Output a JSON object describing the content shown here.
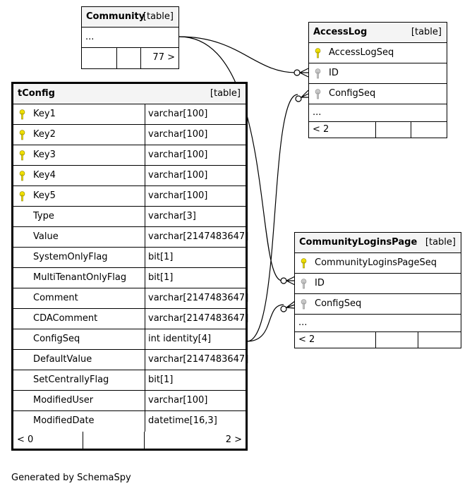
{
  "tables": {
    "community": {
      "name": "Community",
      "kind": "[table]",
      "ellipsis": "...",
      "footer": [
        "",
        "",
        "77 >"
      ]
    },
    "accesslog": {
      "name": "AccessLog",
      "kind": "[table]",
      "columns": [
        {
          "name": "AccessLogSeq",
          "key": "primary"
        },
        {
          "name": "ID",
          "key": "foreign"
        },
        {
          "name": "ConfigSeq",
          "key": "foreign"
        }
      ],
      "ellipsis": "...",
      "footer": [
        "< 2",
        "",
        ""
      ]
    },
    "tconfig": {
      "name": "tConfig",
      "kind": "[table]",
      "columns": [
        {
          "name": "Key1",
          "type": "varchar[100]",
          "key": "primary"
        },
        {
          "name": "Key2",
          "type": "varchar[100]",
          "key": "primary"
        },
        {
          "name": "Key3",
          "type": "varchar[100]",
          "key": "primary"
        },
        {
          "name": "Key4",
          "type": "varchar[100]",
          "key": "primary"
        },
        {
          "name": "Key5",
          "type": "varchar[100]",
          "key": "primary"
        },
        {
          "name": "Type",
          "type": "varchar[3]",
          "key": ""
        },
        {
          "name": "Value",
          "type": "varchar[2147483647]",
          "key": ""
        },
        {
          "name": "SystemOnlyFlag",
          "type": "bit[1]",
          "key": ""
        },
        {
          "name": "MultiTenantOnlyFlag",
          "type": "bit[1]",
          "key": ""
        },
        {
          "name": "Comment",
          "type": "varchar[2147483647]",
          "key": ""
        },
        {
          "name": "CDAComment",
          "type": "varchar[2147483647]",
          "key": ""
        },
        {
          "name": "ConfigSeq",
          "type": "int identity[4]",
          "key": ""
        },
        {
          "name": "DefaultValue",
          "type": "varchar[2147483647]",
          "key": ""
        },
        {
          "name": "SetCentrallyFlag",
          "type": "bit[1]",
          "key": ""
        },
        {
          "name": "ModifiedUser",
          "type": "varchar[100]",
          "key": ""
        },
        {
          "name": "ModifiedDate",
          "type": "datetime[16,3]",
          "key": ""
        }
      ],
      "footer": [
        "< 0",
        "",
        "2 >"
      ]
    },
    "communityloginspage": {
      "name": "CommunityLoginsPage",
      "kind": "[table]",
      "columns": [
        {
          "name": "CommunityLoginsPageSeq",
          "key": "primary"
        },
        {
          "name": "ID",
          "key": "foreign"
        },
        {
          "name": "ConfigSeq",
          "key": "foreign"
        }
      ],
      "ellipsis": "...",
      "footer": [
        "< 2",
        "",
        ""
      ]
    }
  },
  "colors": {
    "primary_key": "#f0e000",
    "foreign_key": "#b0b0b0",
    "header_bg": "#f4f4f4"
  },
  "footer_text": "Generated by SchemaSpy"
}
